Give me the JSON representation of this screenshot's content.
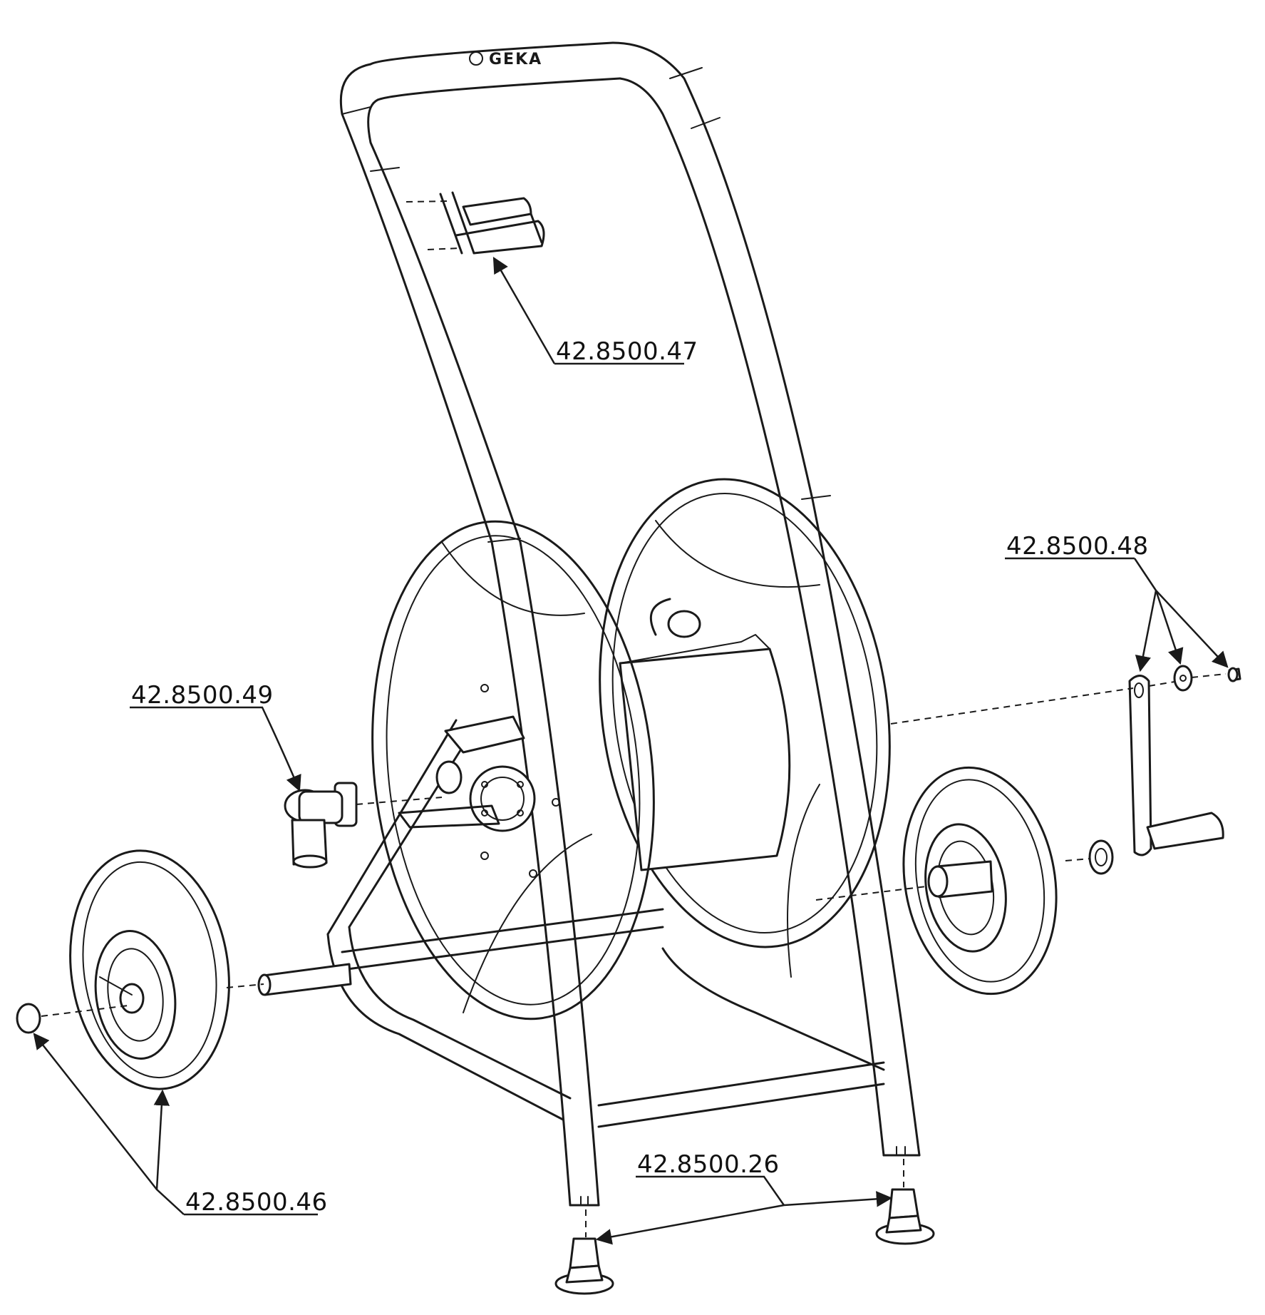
{
  "brand": {
    "logo_text": "GEKA"
  },
  "callouts": [
    {
      "id": "bracket",
      "part_number": "42.8500.47"
    },
    {
      "id": "crank",
      "part_number": "42.8500.48"
    },
    {
      "id": "coupling",
      "part_number": "42.8500.49"
    },
    {
      "id": "wheel",
      "part_number": "42.8500.46"
    },
    {
      "id": "feet",
      "part_number": "42.8500.26"
    }
  ]
}
